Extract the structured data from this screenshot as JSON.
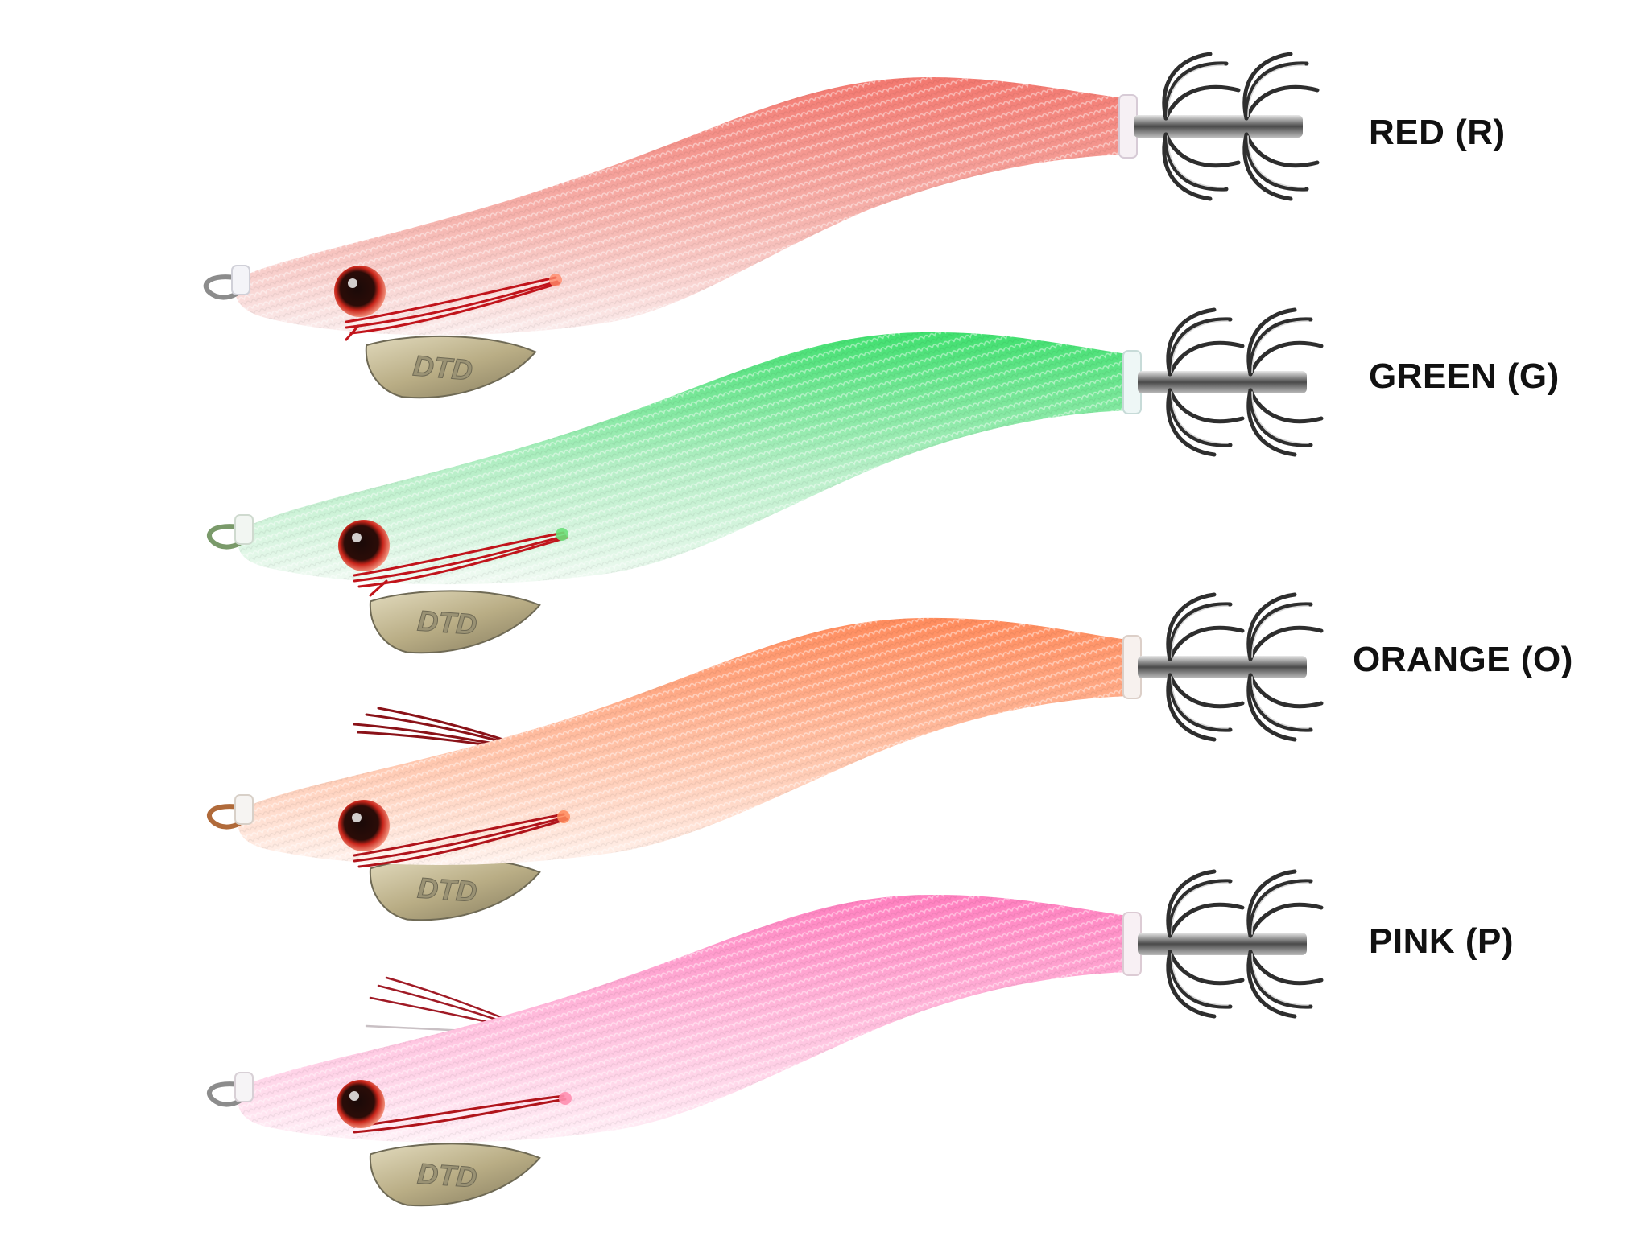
{
  "products": [
    {
      "label": "RED (R)",
      "brand": "DTD",
      "color": "#f07f7a"
    },
    {
      "label": "GREEN (G)",
      "brand": "DTD",
      "color": "#4fe07a"
    },
    {
      "label": "ORANGE (O)",
      "brand": "DTD",
      "color": "#ff9a6e"
    },
    {
      "label": "PINK (P)",
      "brand": "DTD",
      "color": "#ff8fc4"
    }
  ]
}
